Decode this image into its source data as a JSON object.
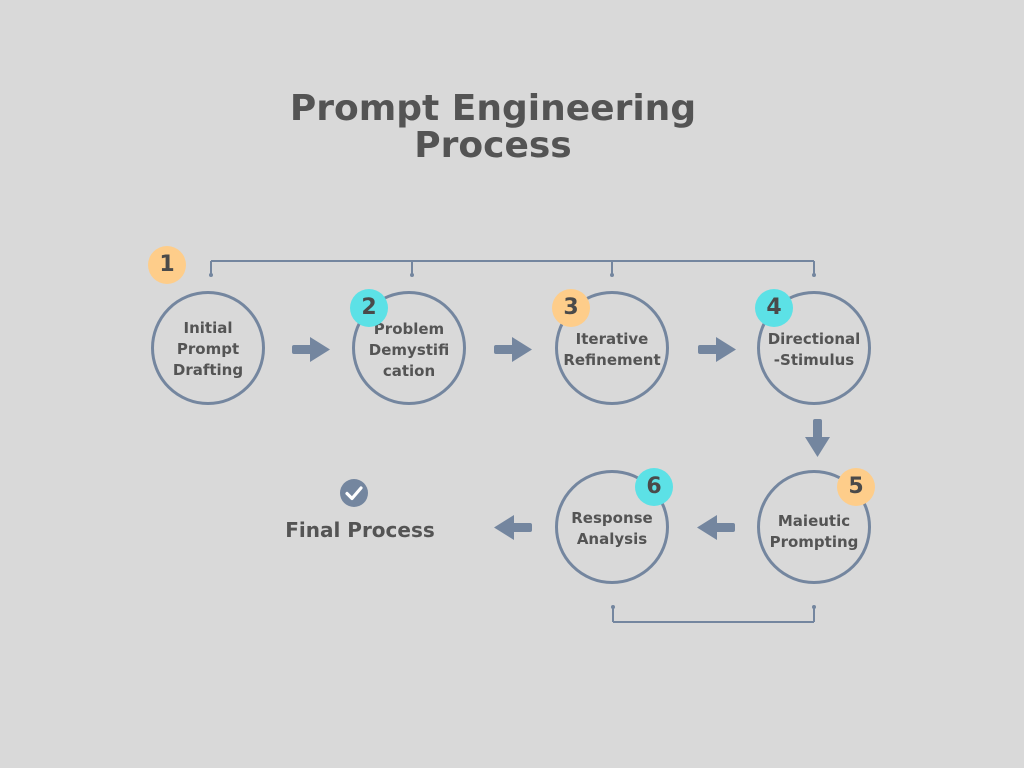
{
  "title": {
    "line1": "Prompt Engineering",
    "line2": "Process"
  },
  "steps": [
    {
      "number": "1",
      "label": "Initial\nPrompt\nDrafting",
      "badge_color": "#fecd8a"
    },
    {
      "number": "2",
      "label": "Problem\nDemystifi\ncation",
      "badge_color": "#5ce1e6"
    },
    {
      "number": "3",
      "label": "Iterative\nRefinement",
      "badge_color": "#fecd8a"
    },
    {
      "number": "4",
      "label": "Directional\n-Stimulus",
      "badge_color": "#5ce1e6"
    },
    {
      "number": "5",
      "label": "Maieutic\nPrompting",
      "badge_color": "#fecd8a"
    },
    {
      "number": "6",
      "label": "Response\nAnalysis",
      "badge_color": "#5ce1e6"
    }
  ],
  "final": {
    "label": "Final Process",
    "icon": "check-circle-icon"
  },
  "colors": {
    "background": "#d9d9d9",
    "circle_stroke": "#74869f",
    "arrow": "#74869f",
    "text": "#545454",
    "badge_orange": "#fecd8a",
    "badge_cyan": "#5ce1e6"
  }
}
